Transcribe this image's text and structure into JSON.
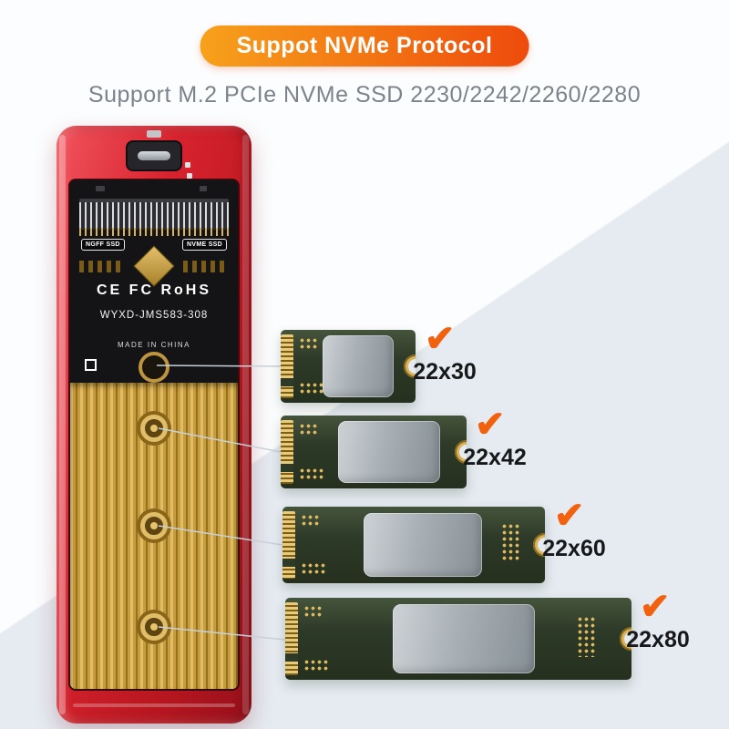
{
  "banner": {
    "title": "Suppot NVMe Protocol"
  },
  "subtitle": "Support M.2 PCIe NVMe SSD 2230/2242/2260/2280",
  "device": {
    "chip_left": "NGFF SSD",
    "chip_right": "NVME SSD",
    "certifications": "CE FC RoHS",
    "model": "WYXD-JMS583-308",
    "origin": "MADE IN CHINA"
  },
  "ssds": [
    {
      "label": "22x30"
    },
    {
      "label": "22x42"
    },
    {
      "label": "22x60"
    },
    {
      "label": "22x80"
    }
  ],
  "icons": {
    "check": "✔"
  },
  "colors": {
    "banner-start": "#f7a11b",
    "banner-end": "#ee4b0c",
    "check-orange": "#f2610d",
    "bg-white": "#fcfdfe",
    "bg-blue": "#e5ebf1",
    "subtitle-gray": "#7d838b",
    "label-dark": "#17181a"
  }
}
